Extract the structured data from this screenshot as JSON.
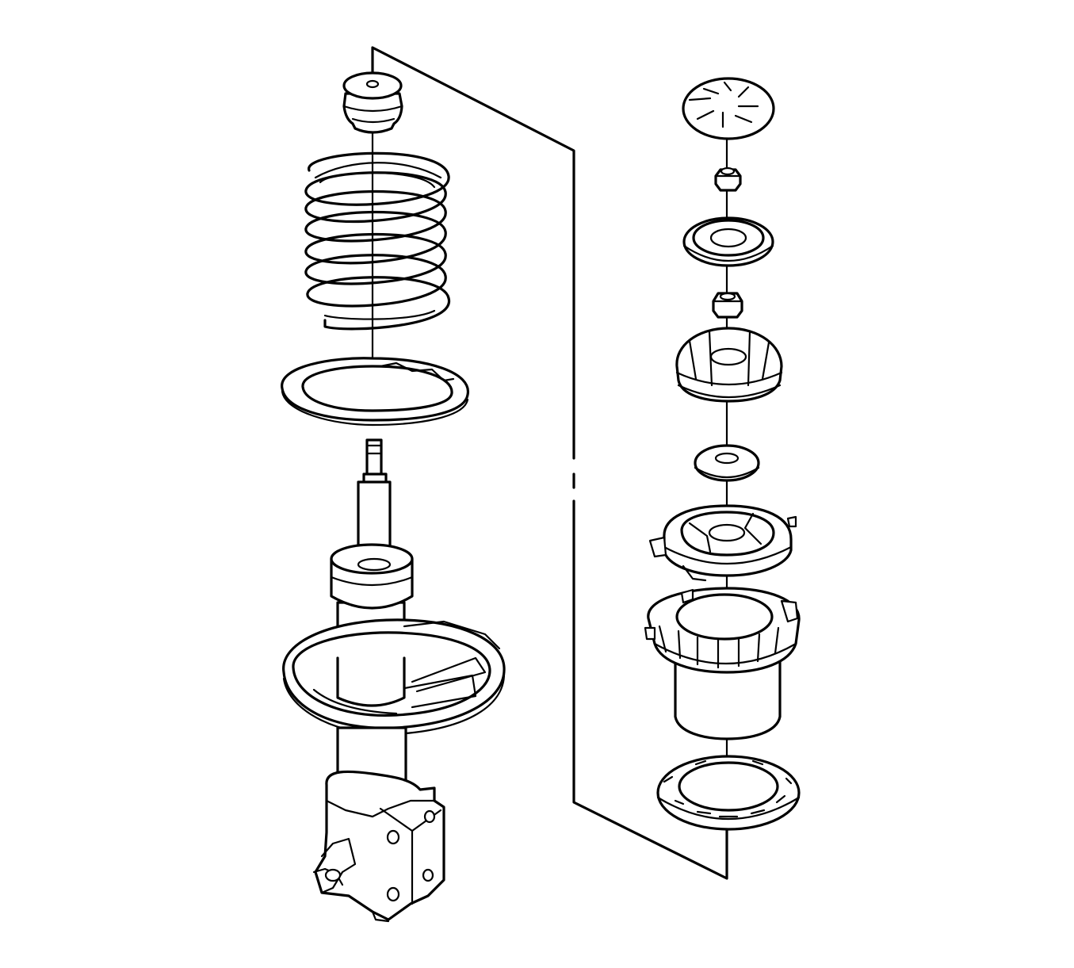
{
  "diagram": {
    "type": "exploded-assembly-line-drawing",
    "colors": {
      "line": "#000000",
      "background": "#ffffff"
    },
    "left_stack": [
      "jounce-bumper",
      "coil-spring",
      "spring-insulator",
      "strut-rod",
      "strut-body",
      "lower-spring-seat",
      "strut-mounting-bracket"
    ],
    "right_stack": [
      "dust-cap",
      "upper-nut",
      "upper-bearing-washer",
      "lower-nut",
      "upper-insulator",
      "lower-washer",
      "strut-mount-bearing",
      "upper-spring-seat",
      "seat-ring"
    ]
  }
}
